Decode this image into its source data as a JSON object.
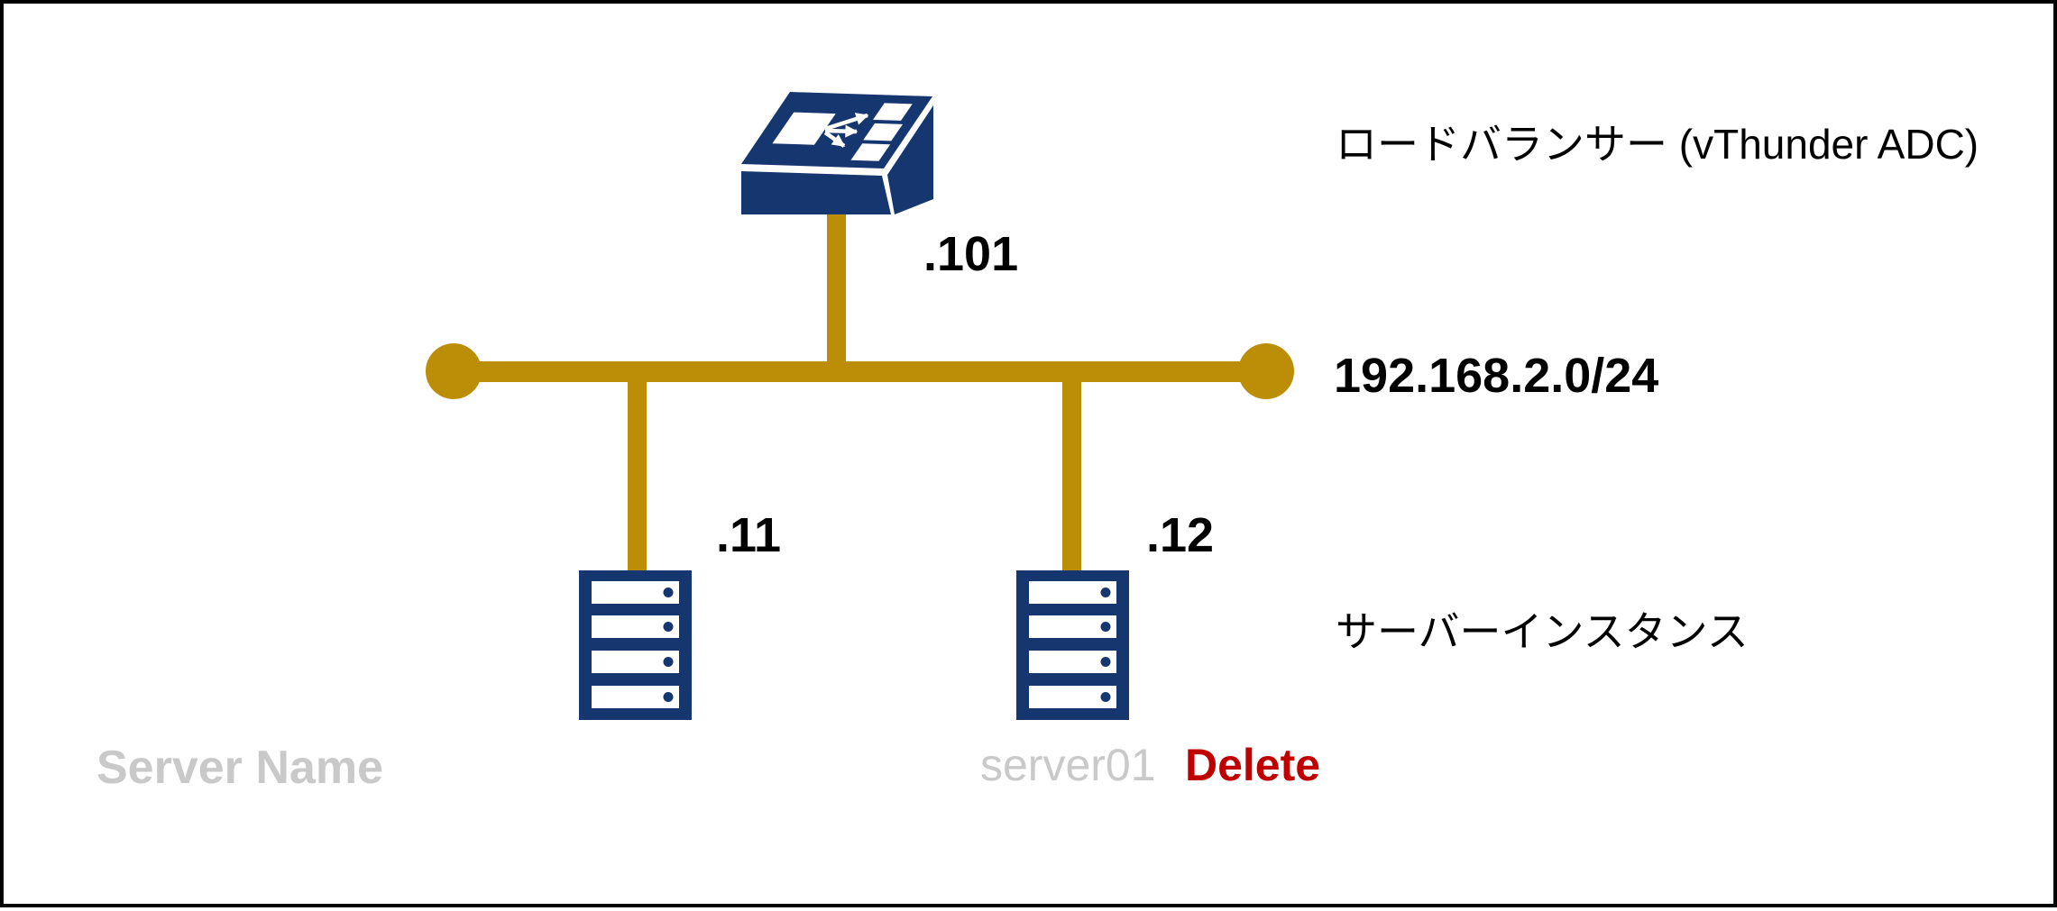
{
  "diagram": {
    "load_balancer": {
      "label": "ロードバランサー (vThunder ADC)",
      "interface_ip": ".101"
    },
    "network": {
      "subnet": "192.168.2.0/24"
    },
    "servers_label": "サーバーインスタンス",
    "servers": [
      {
        "ip": ".11"
      },
      {
        "ip": ".12"
      }
    ]
  },
  "table": {
    "column_header": "Server Name",
    "row": {
      "name": "server01",
      "action": "Delete"
    }
  },
  "icons": {
    "load_balancer_icon": "isometric-switch-with-fanout-arrows",
    "server_icon": "server-rack-4-slots",
    "network_bus": "gold-bus-line-with-round-ends"
  },
  "colors": {
    "navy": "#163670",
    "gold": "#bc8e08",
    "red": "#c00000",
    "gray": "#c9c9c9"
  }
}
